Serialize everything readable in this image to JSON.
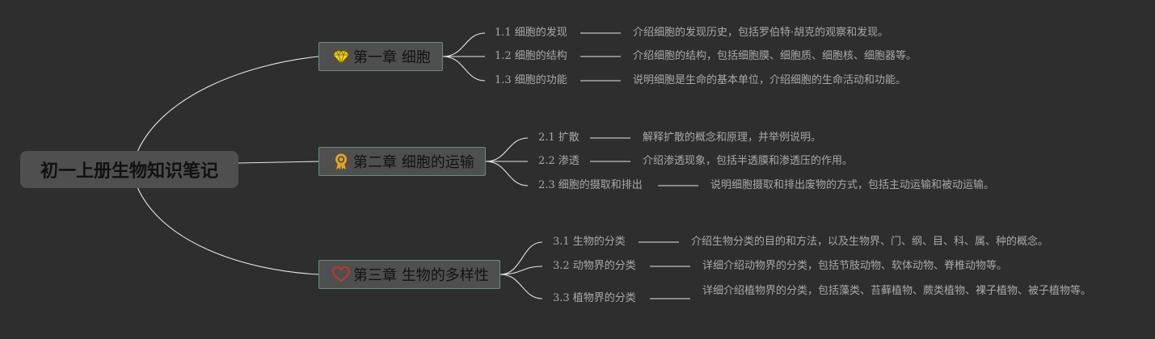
{
  "root": {
    "title": "初一上册生物知识笔记"
  },
  "chapters": [
    {
      "title": "第一章 细胞",
      "icon": "diamond-icon",
      "icon_color": "#f2d21f",
      "sections": [
        {
          "label": "1.1 细胞的发现",
          "desc": "介绍细胞的发现历史，包括罗伯特·胡克的观察和发现。"
        },
        {
          "label": "1.2 细胞的结构",
          "desc": "介绍细胞的结构，包括细胞膜、细胞质、细胞核、细胞器等。"
        },
        {
          "label": "1.3 细胞的功能",
          "desc": "说明细胞是生命的基本单位，介绍细胞的生命活动和功能。"
        }
      ]
    },
    {
      "title": "第二章 细胞的运输",
      "icon": "award-medal-icon",
      "icon_color": "#e8a51c",
      "sections": [
        {
          "label": "2.1 扩散",
          "desc": "解释扩散的概念和原理，并举例说明。"
        },
        {
          "label": "2.2 渗透",
          "desc": "介绍渗透现象，包括半透膜和渗透压的作用。"
        },
        {
          "label": "2.3 细胞的摄取和排出",
          "desc": "说明细胞摄取和排出废物的方式，包括主动运输和被动运输。"
        }
      ]
    },
    {
      "title": "第三章 生物的多样性",
      "icon": "heart-icon",
      "icon_color": "#c0392b",
      "sections": [
        {
          "label": "3.1 生物的分类",
          "desc": "介绍生物分类的目的和方法，以及生物界、门、纲、目、科、属、种的概念。"
        },
        {
          "label": "3.2 动物界的分类",
          "desc": "详细介绍动物界的分类，包括节肢动物、软体动物、脊椎动物等。"
        },
        {
          "label": "3.3 植物界的分类",
          "desc": "详细介绍植物界的分类，包括藻类、苔藓植物、蕨类植物、裸子植物、被子植物等。"
        }
      ]
    }
  ],
  "colors": {
    "background": "#2e2e2e",
    "connector": "#e6e6e6",
    "node_fill": "#4f4f4f",
    "node_border": "#6c8a7c"
  }
}
